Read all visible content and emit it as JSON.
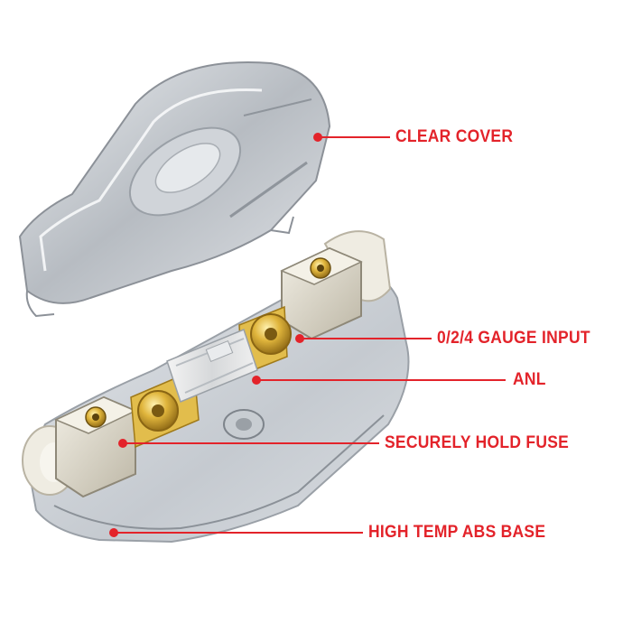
{
  "callouts": [
    {
      "id": "cover",
      "label": "CLEAR COVER"
    },
    {
      "id": "input",
      "label": "0/2/4 GAUGE INPUT"
    },
    {
      "id": "anl",
      "label": "ANL"
    },
    {
      "id": "hold",
      "label": "SECURELY HOLD FUSE"
    },
    {
      "id": "base",
      "label": "HIGH TEMP ABS BASE"
    }
  ],
  "colors": {
    "callout": "#e3232a",
    "gold": "#d9b23a",
    "plastic": "#c9ced4",
    "nickel": "#d8d3c4"
  }
}
